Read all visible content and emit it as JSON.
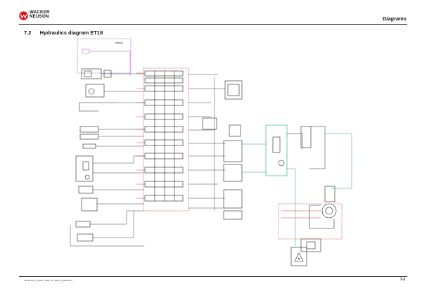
{
  "header": {
    "logo_line1": "WACKER",
    "logo_line2": "NEUSON",
    "section": "Diagrams"
  },
  "title": {
    "number": "7.2",
    "text": "Hydraulics diagram ET18"
  },
  "diagram": {
    "option_label": "Option"
  },
  "footer": {
    "document_ref": "BA ET18_ET_BAW - 1000-1.17 ENG_D_DIE/TEXT",
    "page_number": "7-3"
  },
  "colors": {
    "logo_red": "#d4161e",
    "line_black": "#222222",
    "line_red": "#d64545",
    "line_magenta": "#c04ad0",
    "line_green": "#1aa37a",
    "line_dark": "#444444"
  }
}
